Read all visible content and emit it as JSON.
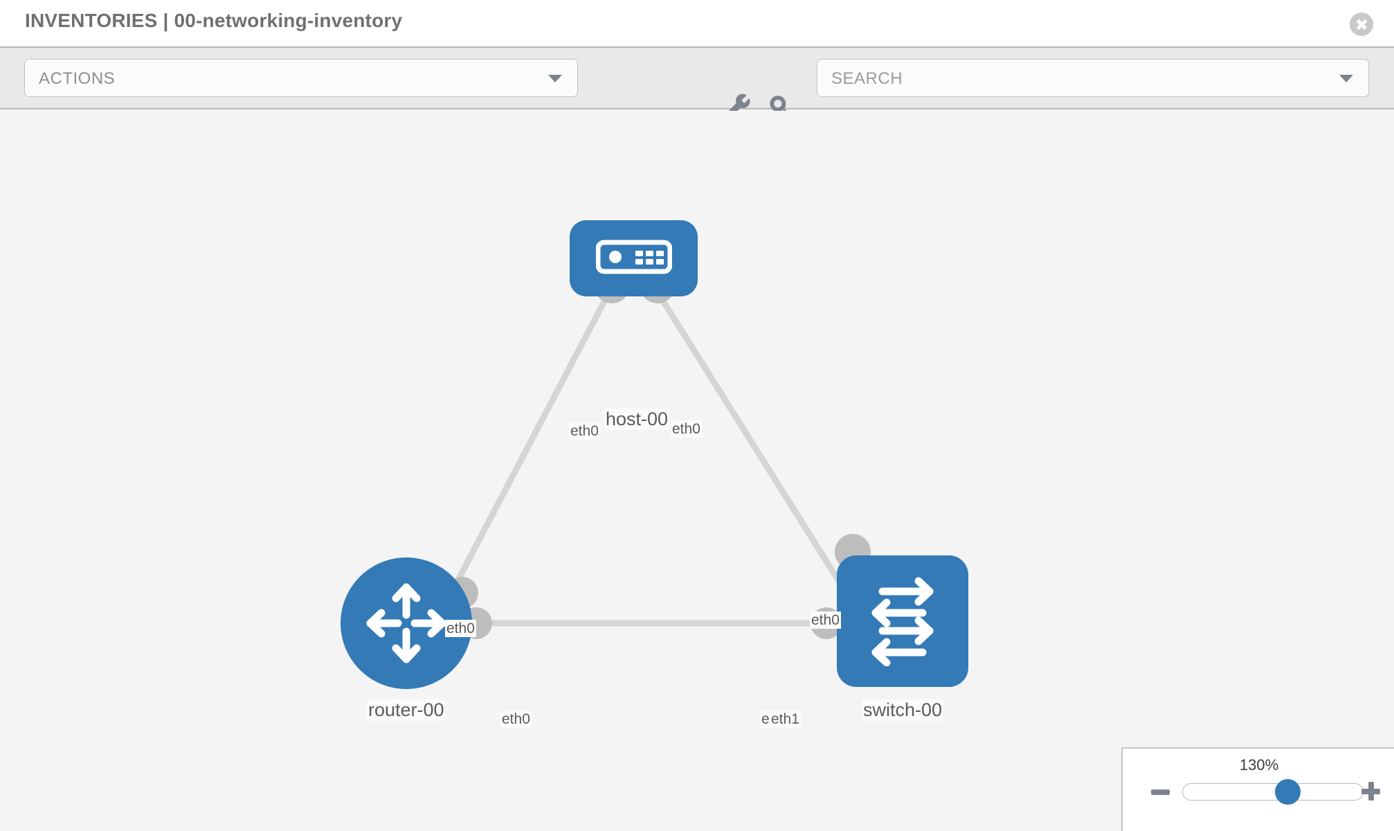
{
  "header": {
    "title": "INVENTORIES | 00-networking-inventory",
    "close_icon": "close-circle-icon"
  },
  "toolbar": {
    "actions_label": "ACTIONS",
    "actions_caret_icon": "chevron-down-icon",
    "wrench_icon": "wrench-icon",
    "key_icon": "key-icon",
    "search_placeholder": "SEARCH",
    "search_caret_icon": "chevron-down-icon"
  },
  "topology": {
    "accent_color": "#337ab7",
    "link_color": "#d5d5d5",
    "socket_color": "#bdbdbd",
    "nodes": [
      {
        "id": "host-00",
        "label": "host-00",
        "icon": "server-device-icon",
        "shape": "rounded-rect"
      },
      {
        "id": "router-00",
        "label": "router-00",
        "icon": "router-arrows-icon",
        "shape": "circle"
      },
      {
        "id": "switch-00",
        "label": "switch-00",
        "icon": "switch-arrows-icon",
        "shape": "rounded-square"
      }
    ],
    "interface_labels": {
      "host_left": "eth0",
      "host_right": "eth0",
      "router_up": "eth0",
      "switch_up": "eth0",
      "router_side": "eth0",
      "switch_side_a": "eth0",
      "switch_side_b": "eth1"
    },
    "links": [
      {
        "from": "router-00",
        "from_iface": "eth0",
        "to": "host-00",
        "to_iface": "eth0"
      },
      {
        "from": "host-00",
        "from_iface": "eth0",
        "to": "switch-00",
        "to_iface": "eth0"
      },
      {
        "from": "router-00",
        "from_iface": "eth0",
        "to": "switch-00",
        "to_iface": "eth1"
      }
    ]
  },
  "zoom_control": {
    "value": "130%",
    "minus_icon": "minus-icon",
    "plus_icon": "plus-icon",
    "thumb_position_percent": 58
  }
}
